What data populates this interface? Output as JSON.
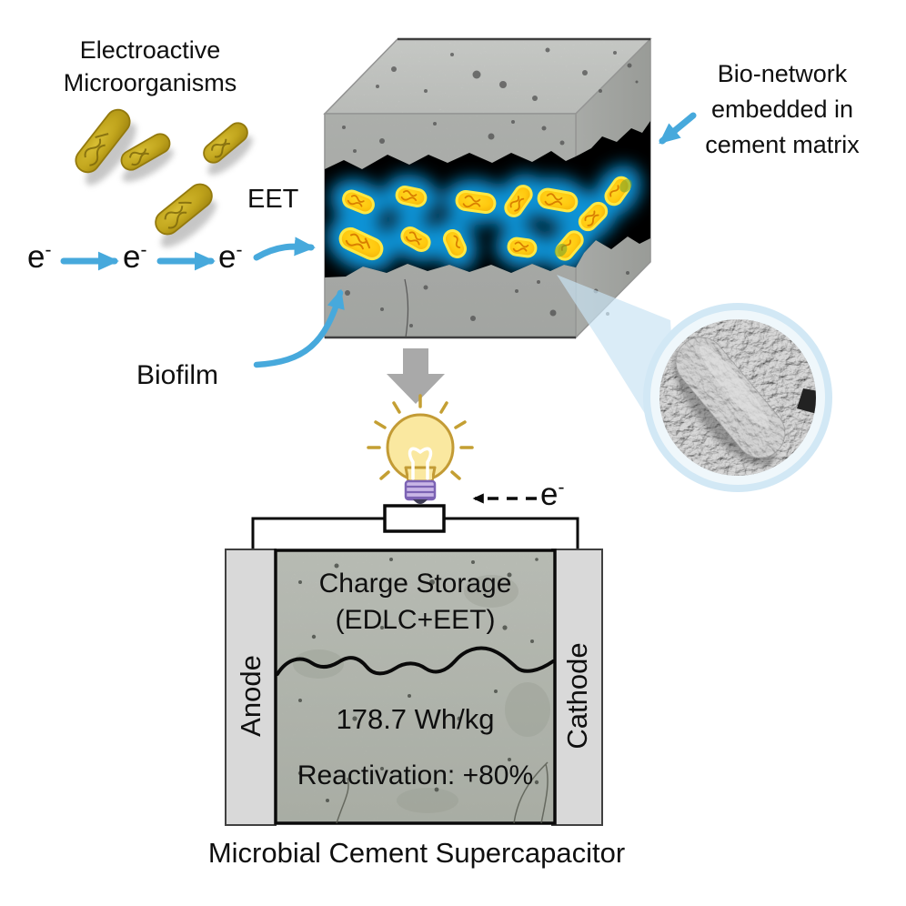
{
  "colors": {
    "arrow_blue": "#47A9DC",
    "glow_cyan": "#0E93D6",
    "bacteria_yellow": "#FFC90F",
    "microbe_olive": "#C0A41C",
    "crack_black": "#000000",
    "concrete_gray": "#B0B2AF",
    "electrode_gray": "#D9D9D9",
    "cement_fill": "#B9BEB4",
    "bulb_yellow": "#FAE8A0",
    "bulb_base_purple": "#C9B6E6",
    "process_arrow_gray": "#A9A9A9",
    "wire_black": "#0A0A0A"
  },
  "top_section": {
    "microbes_label": {
      "line1": "Electroactive",
      "line2": "Microorganisms"
    },
    "eet_label": "EET",
    "electron": {
      "base": "e",
      "sup": "-"
    },
    "bio_network_label": {
      "line1": "Bio-network",
      "line2": "embedded in",
      "line3": "cement matrix"
    },
    "biofilm_label": "Biofilm"
  },
  "bottom_section": {
    "charge_storage": {
      "line1": "Charge Storage",
      "line2": "(EDLC+EET)"
    },
    "energy_density": "178.7 Wh/kg",
    "reactivation": "Reactivation: +80%",
    "anode_label": "Anode",
    "cathode_label": "Cathode",
    "title": "Microbial Cement Supercapacitor"
  }
}
